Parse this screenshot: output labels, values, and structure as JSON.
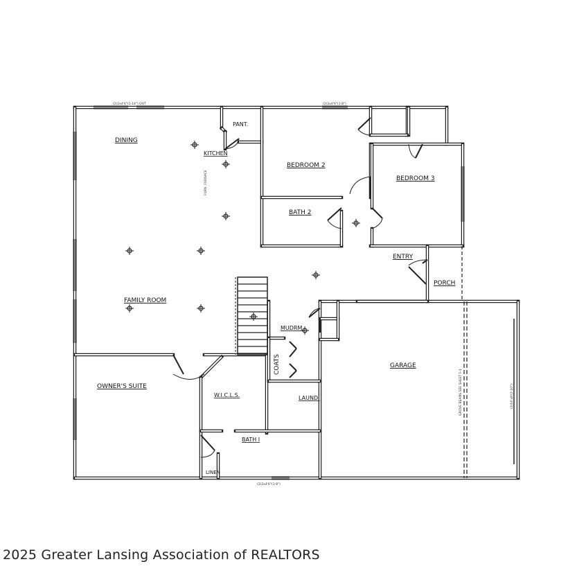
{
  "rooms": {
    "dining": "DINING",
    "kitchen": "KITCHEN",
    "pantry": "PANT.",
    "bedroom2": "BEDROOM 2",
    "bath2": "BATH 2",
    "bedroom3": "BEDROOM 3",
    "entry": "ENTRY",
    "porch": "PORCH",
    "family_room": "FAMILY ROOM",
    "mudroom": "MUDRM.",
    "coats": "COATS",
    "owners_suite": "OWNER'S SUITE",
    "wicls": "W.I.C.L.S.",
    "laundry": "LAUND.",
    "bath1": "BATH I",
    "linen": "LINEN",
    "garage": "GARAGE"
  },
  "notes": {
    "window_top_left": "(2)2x4'6\"(1-14\") OUT",
    "window_top_mid": "(2)2x4'6\"(1-8\")",
    "window_bottom": "(2)2x4'6\"(1-8\")",
    "furnace": "FURN. FURNACE",
    "garage_door": "(2)16'x8'(2-10\")",
    "garage_gable": "GROVE BEAMS SEE SHEET F-1"
  },
  "footer": {
    "copyright": "2025 Greater Lansing Association of REALTORS"
  },
  "colors": {
    "wall": "#222222",
    "background": "#ffffff"
  }
}
